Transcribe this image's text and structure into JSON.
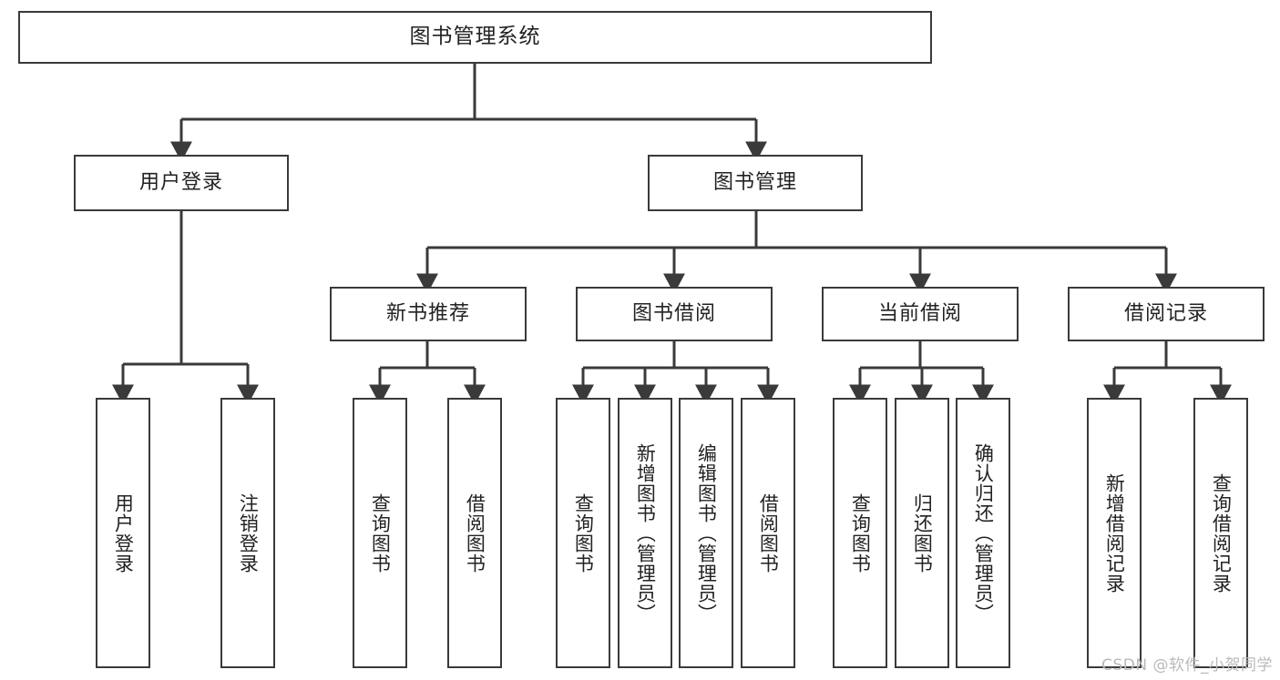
{
  "diagram": {
    "type": "tree",
    "title": "图书管理系统",
    "orientation": "top-down",
    "colors": {
      "node_border": "#3a3a3a",
      "node_fill": "#ffffff",
      "edge": "#3a3a3a",
      "text": "#222222",
      "watermark": "#b9b9b9"
    },
    "root": {
      "label": "图书管理系统"
    },
    "level2": [
      {
        "label": "用户登录"
      },
      {
        "label": "图书管理"
      }
    ],
    "level3": [
      {
        "label": "新书推荐"
      },
      {
        "label": "图书借阅"
      },
      {
        "label": "当前借阅"
      },
      {
        "label": "借阅记录"
      }
    ],
    "leaves": {
      "user_login": [
        {
          "label": "用户登录"
        },
        {
          "label": "注销登录"
        }
      ],
      "new_book_recommend": [
        {
          "label": "查询图书"
        },
        {
          "label": "借阅图书"
        }
      ],
      "book_borrow": [
        {
          "label": "查询图书"
        },
        {
          "label": "新增图书（管理员）"
        },
        {
          "label": "编辑图书（管理员）"
        },
        {
          "label": "借阅图书"
        }
      ],
      "current_borrow": [
        {
          "label": "查询图书"
        },
        {
          "label": "归还图书"
        },
        {
          "label": "确认归还（管理员）"
        }
      ],
      "borrow_record": [
        {
          "label": "新增借阅记录"
        },
        {
          "label": "查询借阅记录"
        }
      ]
    }
  },
  "watermark": {
    "text": "CSDN @软件_小贺同学"
  }
}
